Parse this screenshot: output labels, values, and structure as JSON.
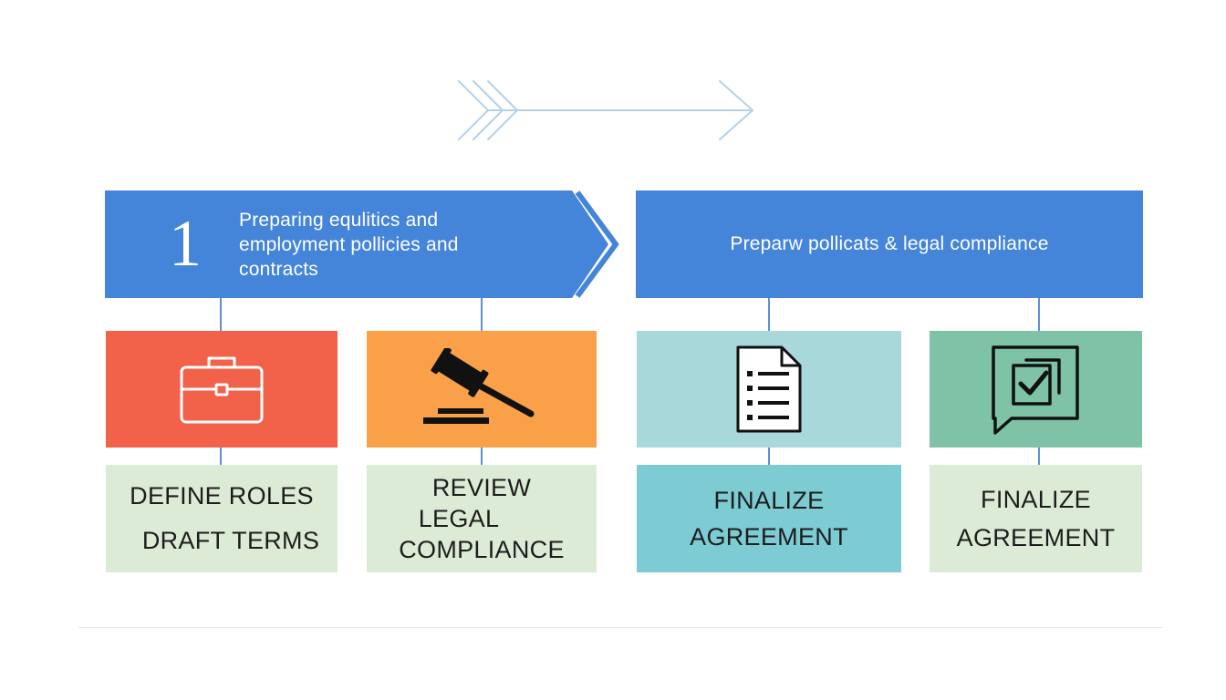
{
  "header": {
    "step_number": "1",
    "left_banner_lines": [
      "Preparing equlitics and",
      "employment pollicies and",
      "contracts"
    ],
    "right_banner": "Preparw pollicats & legal compliance"
  },
  "steps": [
    {
      "icon": "briefcase-icon",
      "lines": [
        "DEFINE ROLES",
        "DRAFT TERMS"
      ]
    },
    {
      "icon": "gavel-icon",
      "lines": [
        "REVIEW",
        "LEGAL",
        "COMPLIANCE"
      ]
    },
    {
      "icon": "document-list-icon",
      "lines": [
        "FINALIZE",
        "AGREEMENT"
      ]
    },
    {
      "icon": "checkbox-message-icon",
      "lines": [
        "FINALIZE",
        "AGREEMENT"
      ]
    }
  ],
  "colors": {
    "banner_blue": "#4585d9",
    "tile_red": "#f2614a",
    "tile_orange": "#f9a049",
    "tile_light_teal": "#a9d8db",
    "tile_green": "#7fc3a6",
    "label_pale_green": "#dcebd5",
    "label_teal": "#7dcbd3",
    "arrow_light": "#b5d0ea"
  }
}
